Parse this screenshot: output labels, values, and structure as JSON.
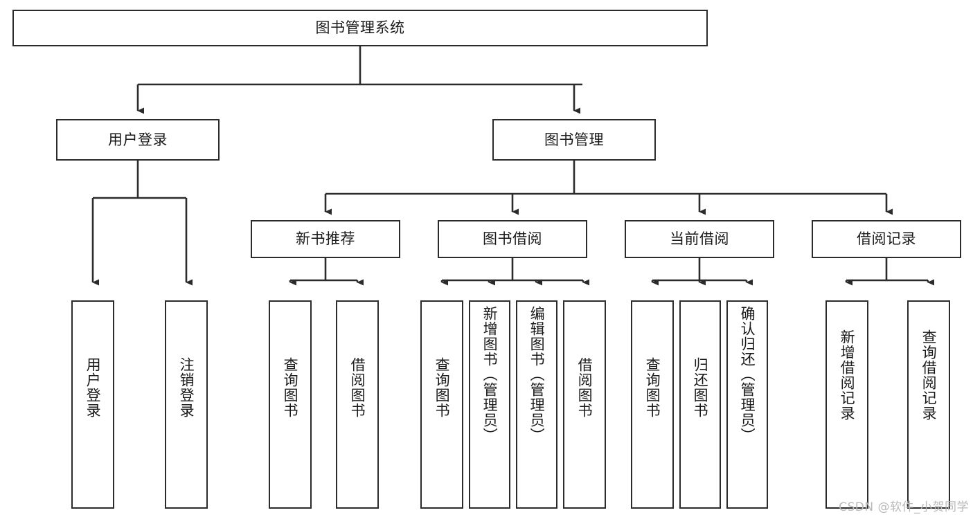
{
  "diagram": {
    "type": "tree",
    "title_node": "图书管理系统",
    "watermark": "CSDN @软件_小贺同学",
    "style": {
      "box_border_color": "#2b2b2b",
      "box_fill_color": "#ffffff",
      "line_color": "#2b2b2b",
      "text_color": "#1a1a1a",
      "background": "#ffffff",
      "watermark_color": "#b9b9b9"
    },
    "nodes": {
      "root": {
        "label": "图书管理系统"
      },
      "level2": [
        {
          "label": "用户登录"
        },
        {
          "label": "图书管理"
        }
      ],
      "level3": [
        {
          "label": "新书推荐"
        },
        {
          "label": "图书借阅"
        },
        {
          "label": "当前借阅"
        },
        {
          "label": "借阅记录"
        }
      ],
      "leaves": {
        "user_login": [
          {
            "label": "用户登录"
          },
          {
            "label": "注销登录"
          }
        ],
        "new_book_recommend": [
          {
            "label": "查询图书"
          },
          {
            "label": "借阅图书"
          }
        ],
        "book_borrow": [
          {
            "label": "查询图书"
          },
          {
            "label": "新增图书（管理员）"
          },
          {
            "label": "编辑图书（管理员）"
          },
          {
            "label": "借阅图书"
          }
        ],
        "current_borrow": [
          {
            "label": "查询图书"
          },
          {
            "label": "归还图书"
          },
          {
            "label": "确认归还（管理员）"
          }
        ],
        "borrow_record": [
          {
            "label": "新增借阅记录"
          },
          {
            "label": "查询借阅记录"
          }
        ]
      }
    }
  }
}
